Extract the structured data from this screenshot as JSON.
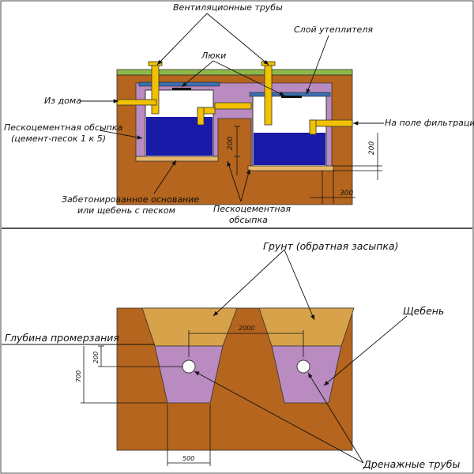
{
  "top": {
    "labels": {
      "ventilation_pipes": "Вентиляционные трубы",
      "insulation_layer": "Слой утеплителя",
      "hatches": "Люки",
      "from_house": "Из дома",
      "sand_cement_backfill_line1": "Пескоцементная обсыпка",
      "sand_cement_backfill_line2": "(цемент-песок 1 к 5)",
      "filtration_field": "На поле фильтрации",
      "concrete_base_line1": "Забетонированное основание",
      "concrete_base_line2": "или щебень с песком",
      "sand_cement_line1": "Пескоцементная",
      "sand_cement_line2": "обсыпка"
    },
    "dims": {
      "d200_left": "200",
      "d200_right": "200",
      "d300": "300"
    }
  },
  "bottom": {
    "labels": {
      "soil_backfill": "Грунт (обратная засыпка)",
      "freezing_depth": "Глубина промерзания",
      "gravel": "Щебень",
      "drainage_pipes": "Дренажные трубы"
    },
    "dims": {
      "d2000": "2000",
      "d200": "200",
      "d700": "700",
      "d500": "500"
    }
  },
  "colors": {
    "soil": "#b5651d",
    "soil_dark": "#7a3b0c",
    "backfill": "#d8a24a",
    "pink": "#b98bc0",
    "water": "#1a1aa8",
    "pipe": "#f2c200",
    "grass": "#8fb84a",
    "insulation": "#3b6fb0",
    "base": "#e8b86a"
  }
}
